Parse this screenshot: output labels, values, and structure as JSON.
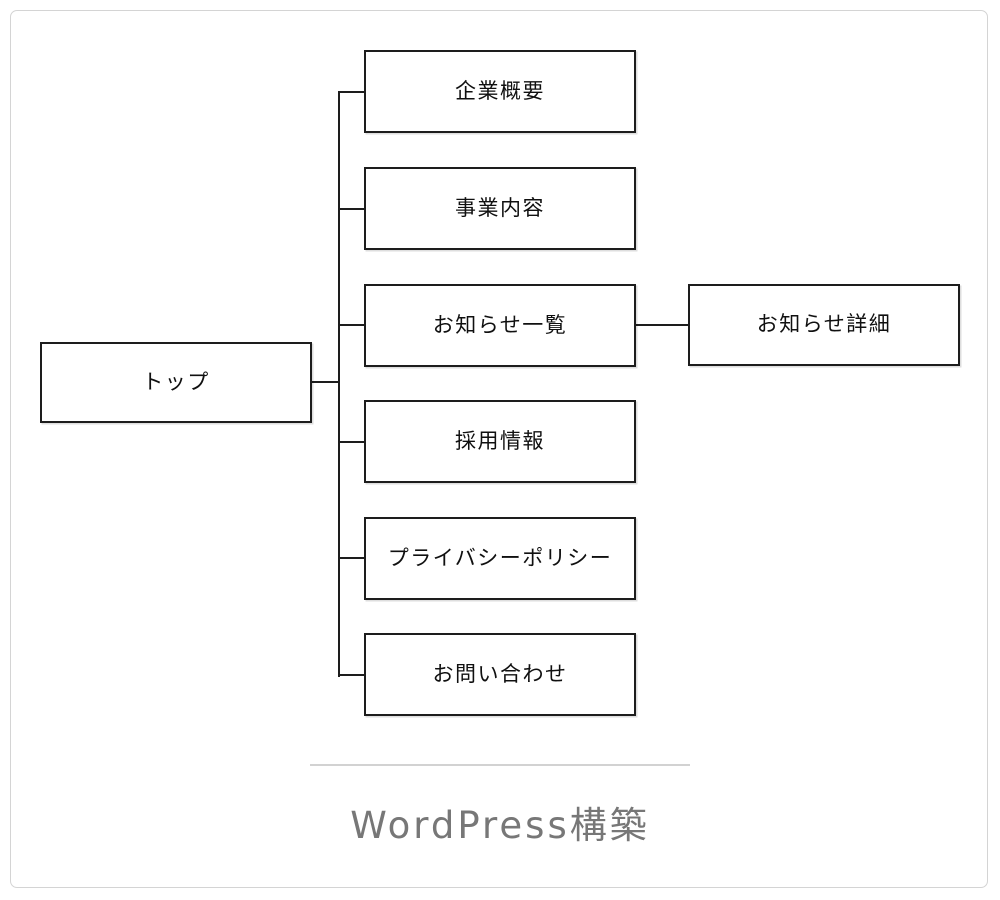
{
  "page": {
    "background_color": "#ffffff",
    "frame_border_color": "#d4d4d4"
  },
  "diagram": {
    "type": "sitemap-tree",
    "node_border_color": "#1d1d1d",
    "connector_color": "#1d1d1d",
    "root": {
      "label": "トップ"
    },
    "children": [
      {
        "label": "企業概要"
      },
      {
        "label": "事業内容"
      },
      {
        "label": "お知らせ一覧"
      },
      {
        "label": "採用情報"
      },
      {
        "label": "プライバシーポリシー"
      },
      {
        "label": "お問い合わせ"
      }
    ],
    "grandchildren": [
      {
        "label": "お知らせ詳細",
        "parent": "お知らせ一覧"
      }
    ]
  },
  "footer": {
    "title": "WordPress構築",
    "title_color": "#777777",
    "rule_color": "#d2d2d2"
  }
}
